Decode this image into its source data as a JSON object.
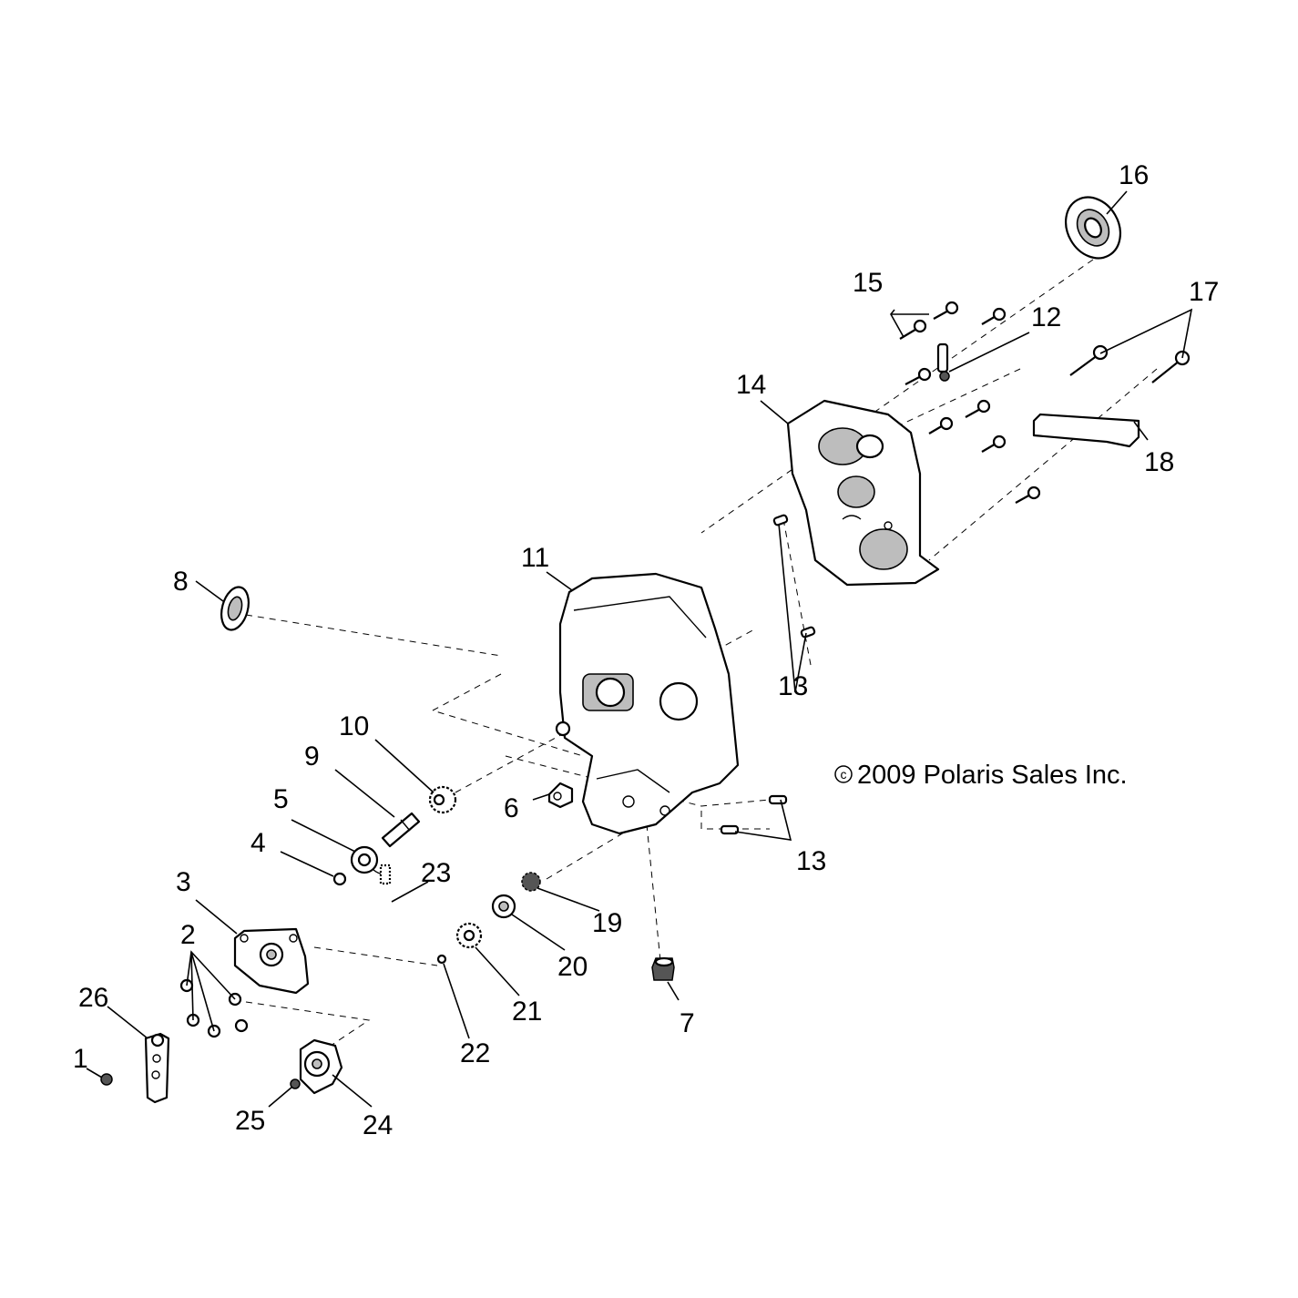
{
  "copyright": "2009 Polaris Sales Inc.",
  "copyright_symbol": "c",
  "callouts": [
    {
      "id": "1",
      "label": "1"
    },
    {
      "id": "2",
      "label": "2"
    },
    {
      "id": "3",
      "label": "3"
    },
    {
      "id": "4",
      "label": "4"
    },
    {
      "id": "5",
      "label": "5"
    },
    {
      "id": "6",
      "label": "6"
    },
    {
      "id": "7",
      "label": "7"
    },
    {
      "id": "8",
      "label": "8"
    },
    {
      "id": "9",
      "label": "9"
    },
    {
      "id": "10",
      "label": "10"
    },
    {
      "id": "11",
      "label": "11"
    },
    {
      "id": "12",
      "label": "12"
    },
    {
      "id": "13a",
      "label": "13"
    },
    {
      "id": "13b",
      "label": "13"
    },
    {
      "id": "14",
      "label": "14"
    },
    {
      "id": "15",
      "label": "15"
    },
    {
      "id": "16",
      "label": "16"
    },
    {
      "id": "17",
      "label": "17"
    },
    {
      "id": "18",
      "label": "18"
    },
    {
      "id": "19",
      "label": "19"
    },
    {
      "id": "20",
      "label": "20"
    },
    {
      "id": "21",
      "label": "21"
    },
    {
      "id": "22",
      "label": "22"
    },
    {
      "id": "23",
      "label": "23"
    },
    {
      "id": "24",
      "label": "24"
    },
    {
      "id": "25",
      "label": "25"
    },
    {
      "id": "26",
      "label": "26"
    }
  ]
}
